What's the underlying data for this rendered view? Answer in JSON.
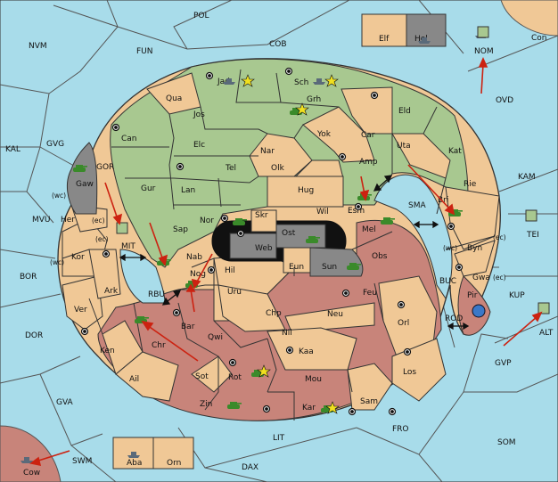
{
  "colors": {
    "sea": "#a8dcea",
    "tan": "#f0c896",
    "green": "#a8c890",
    "red": "#c8847a",
    "dark": "#888888",
    "black": "#111111",
    "arrow": "#cc2211",
    "border": "#555555"
  },
  "seas": {
    "pol": "POL",
    "nvm": "NVM",
    "fun": "FUN",
    "cob": "COB",
    "ovd": "OVD",
    "nom": "NOM",
    "kal": "KAL",
    "gvg": "GVG",
    "gor": "GOR",
    "mvu": "MVU",
    "mit": "MIT",
    "bor": "BOR",
    "rbu": "RBU",
    "dor": "DOR",
    "gva": "GVA",
    "swm": "SWM",
    "dax": "DAX",
    "lit": "LIT",
    "fro": "FRO",
    "som": "SOM",
    "gvp": "GVP",
    "alt": "ALT",
    "kup": "KUP",
    "buc": "BUC",
    "rod": "ROD",
    "tei": "TEI",
    "kam": "KAM",
    "sma": "SMA"
  },
  "provinces": {
    "con": "Con",
    "elf": "Elf",
    "hel": "Hel",
    "jad": "Jad",
    "sch": "Sch",
    "qua": "Qua",
    "jos": "Jos",
    "grh": "Grh",
    "eld": "Eld",
    "can": "Can",
    "elc": "Elc",
    "yok": "Yok",
    "car": "Car",
    "uta": "Uta",
    "kat": "Kat",
    "nar": "Nar",
    "tel": "Tel",
    "olk": "Olk",
    "amp": "Amp",
    "gur": "Gur",
    "lan": "Lan",
    "hug": "Hug",
    "rie": "Rie",
    "gaw": "Gaw",
    "esm": "Esm",
    "bri": "Bri",
    "nor": "Nor",
    "wil": "Wil",
    "skr": "Skr",
    "ost": "Ost",
    "web": "Web",
    "mel": "Mel",
    "her": "Her",
    "sap": "Sap",
    "byn": "Byn",
    "kor": "Kor",
    "nab": "Nab",
    "eun": "Eun",
    "sun": "Sun",
    "obs": "Obs",
    "hil": "Hil",
    "gwa": "Gwa",
    "ark": "Ark",
    "nog": "Nog",
    "uru": "Uru",
    "feu": "Feu",
    "pir": "Pir",
    "ver": "Ver",
    "chp": "Chp",
    "neu": "Neu",
    "bar": "Bar",
    "qwi": "Qwi",
    "nil": "Nil",
    "orl": "Orl",
    "ken": "Ken",
    "chr": "Chr",
    "kaa": "Kaa",
    "ail": "Ail",
    "sot": "Sot",
    "rot": "Rot",
    "mou": "Mou",
    "los": "Los",
    "zin": "Zin",
    "kar": "Kar",
    "sam": "Sam",
    "cow": "Cow",
    "aba": "Aba",
    "orn": "Orn"
  },
  "coasts": {
    "wc": "(wc)",
    "ec": "(ec)"
  },
  "unit_icons": {
    "army": "tank-icon",
    "fleet": "ship-icon",
    "supply": "supply-center-icon",
    "star": "star-icon",
    "arrow": "order-arrow-icon",
    "convoy": "double-arrow-icon"
  }
}
